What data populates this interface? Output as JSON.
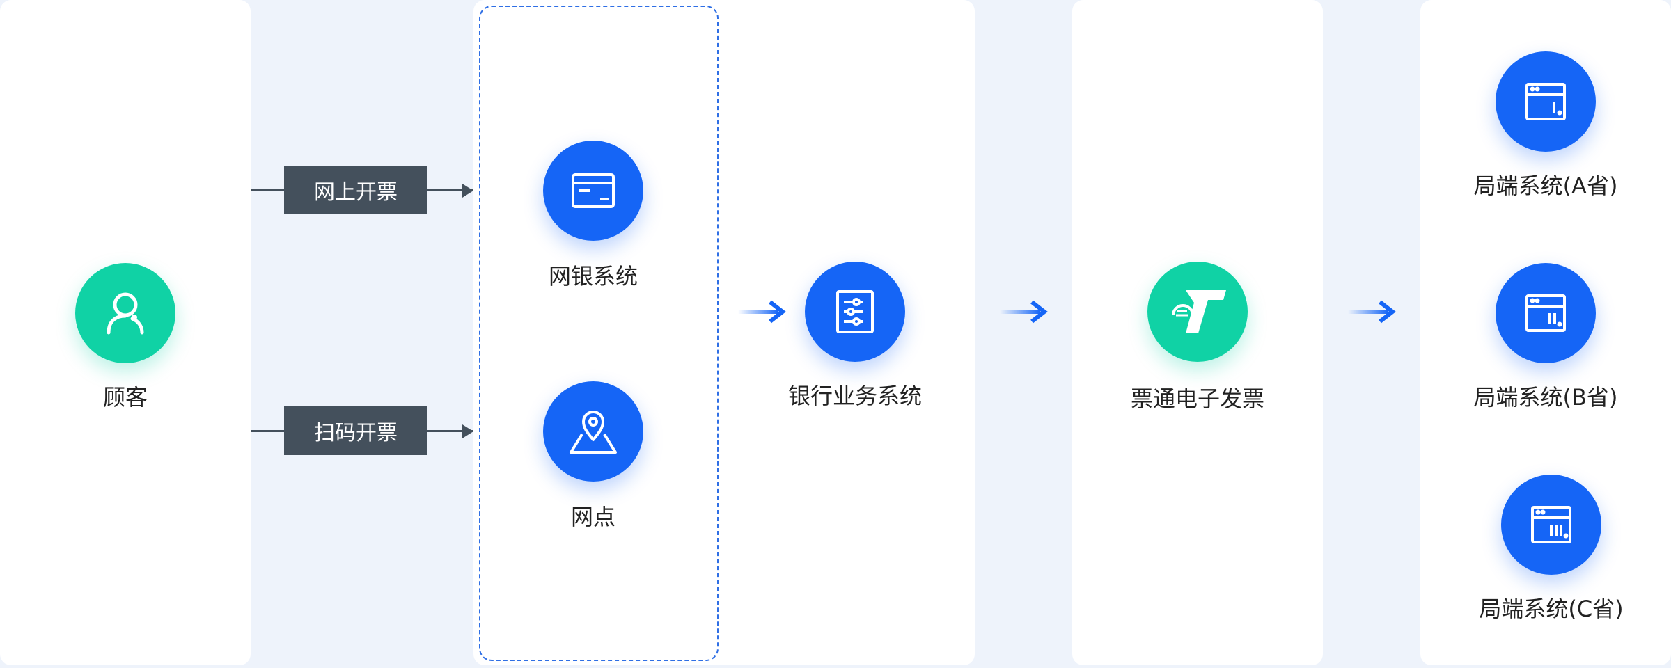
{
  "colors": {
    "blue": "#1565f6",
    "green": "#10d2a5",
    "tag_bg": "#44505c",
    "bg": "#eef3fb"
  },
  "customer": {
    "label": "顾客",
    "icon": "user-icon"
  },
  "channels": [
    {
      "label": "网上开票"
    },
    {
      "label": "扫码开票"
    }
  ],
  "access": [
    {
      "label": "网银系统",
      "icon": "browser-window-icon"
    },
    {
      "label": "网点",
      "icon": "map-pin-icon"
    }
  ],
  "bank_system": {
    "label": "银行业务系统",
    "icon": "settings-list-icon"
  },
  "piaotong": {
    "label": "票通电子发票",
    "icon": "piaotong-logo-icon"
  },
  "bureaus": [
    {
      "label": "局端系统(A省)",
      "icon": "window-i-icon"
    },
    {
      "label": "局端系统(B省)",
      "icon": "window-ii-icon"
    },
    {
      "label": "局端系统(C省)",
      "icon": "window-iii-icon"
    }
  ]
}
